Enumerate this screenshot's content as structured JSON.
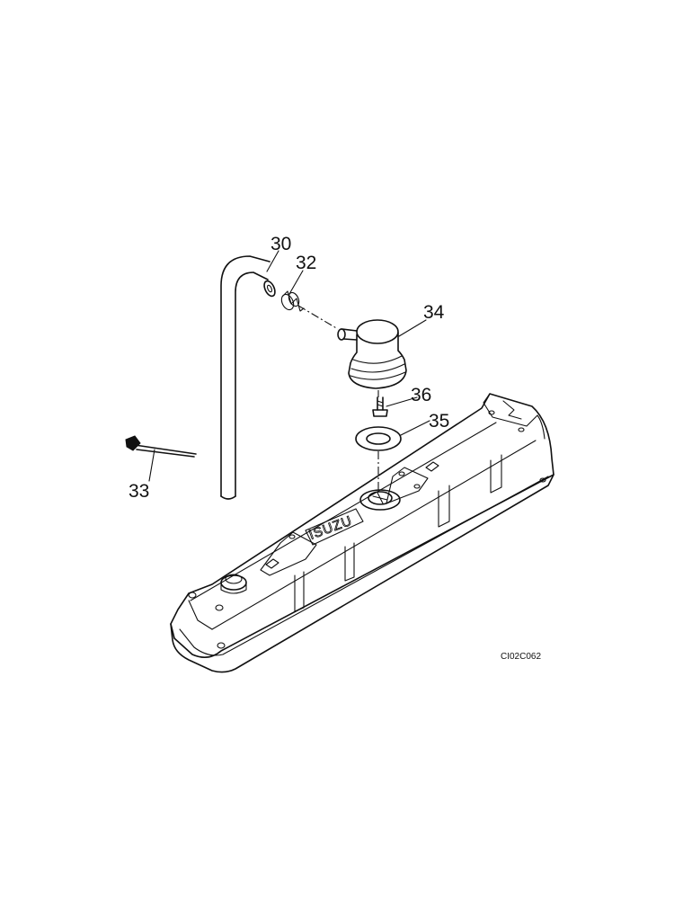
{
  "callouts": [
    {
      "id": "30",
      "label": "30"
    },
    {
      "id": "32",
      "label": "32"
    },
    {
      "id": "34",
      "label": "34"
    },
    {
      "id": "36",
      "label": "36"
    },
    {
      "id": "35",
      "label": "35"
    },
    {
      "id": "33",
      "label": "33"
    }
  ],
  "figure_reference": "CI02C062",
  "cover_logo_text": "ISUZU"
}
